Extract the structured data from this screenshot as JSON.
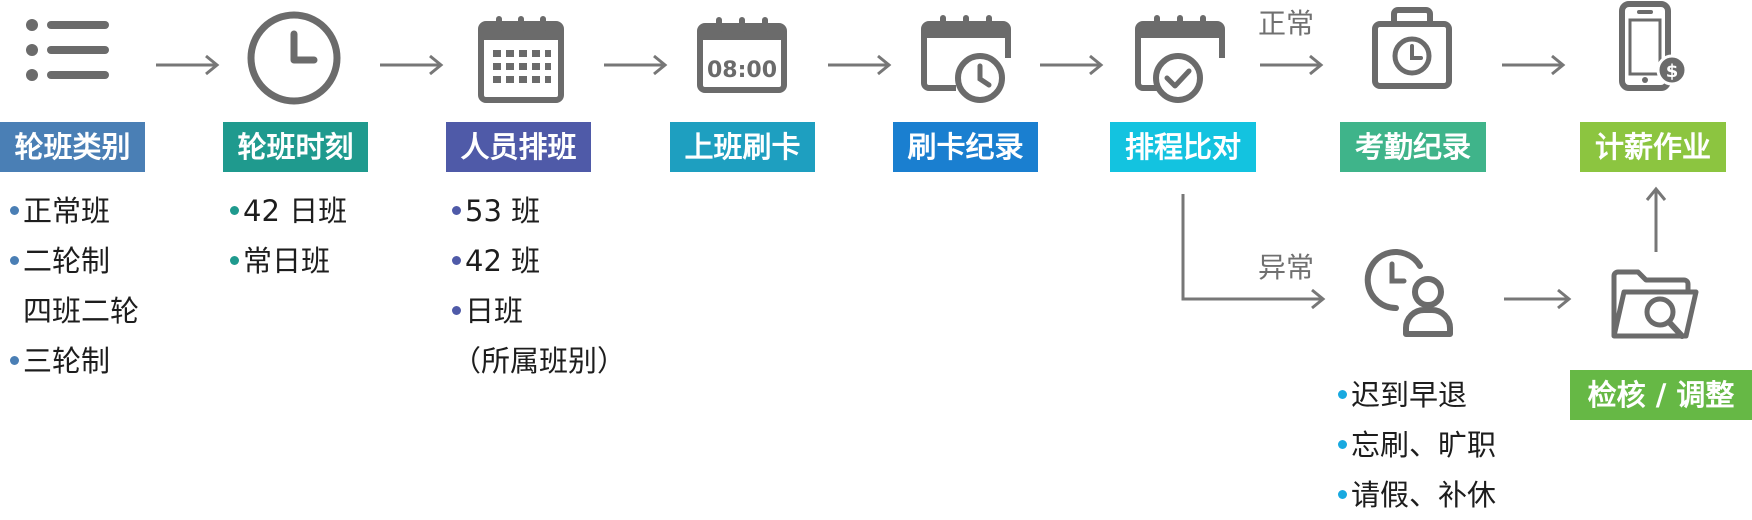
{
  "steps": [
    {
      "label": "轮班类别",
      "color": "#4a7fb5",
      "icon": "list-icon"
    },
    {
      "label": "轮班时刻",
      "color": "#1f9a8e",
      "icon": "clock-icon"
    },
    {
      "label": "人员排班",
      "color": "#4f5aa8",
      "icon": "calendar-grid-icon"
    },
    {
      "label": "上班刷卡",
      "color": "#1e9fc0",
      "icon": "calendar-time-icon"
    },
    {
      "label": "刷卡纪录",
      "color": "#1a7fd0",
      "icon": "calendar-clock-icon"
    },
    {
      "label": "排程比对",
      "color": "#13c3e0",
      "icon": "calendar-check-icon"
    },
    {
      "label": "考勤纪录",
      "color": "#3fb48a",
      "icon": "timesheet-icon"
    },
    {
      "label": "计薪作业",
      "color": "#8cc540",
      "icon": "phone-payment-icon"
    },
    {
      "label": "检核 / 调整",
      "color": "#66b845",
      "icon": "folder-search-icon"
    }
  ],
  "lists": {
    "shift_types": {
      "bullet_color": "#4a7fb5",
      "items": [
        "正常班",
        "二轮制",
        "四班二轮",
        "三轮制"
      ]
    },
    "shift_times": {
      "bullet_color": "#1f9a8e",
      "items": [
        "42 日班",
        "常日班"
      ]
    },
    "scheduling": {
      "bullet_color": "#4f5aa8",
      "items": [
        "53 班",
        "42 班",
        "日班"
      ],
      "note": "（所属班别）"
    },
    "exceptions": {
      "bullet_color": "#19a9e0",
      "items": [
        "迟到早退",
        "忘刷、旷职",
        "请假、补休"
      ]
    }
  },
  "branches": {
    "normal": "正常",
    "abnormal": "异常"
  },
  "time_display": "08:00",
  "abnormal_icon": "clock-person-icon",
  "colors": {
    "icon_gray": "#6b6b6b",
    "arrow_gray": "#777777"
  }
}
